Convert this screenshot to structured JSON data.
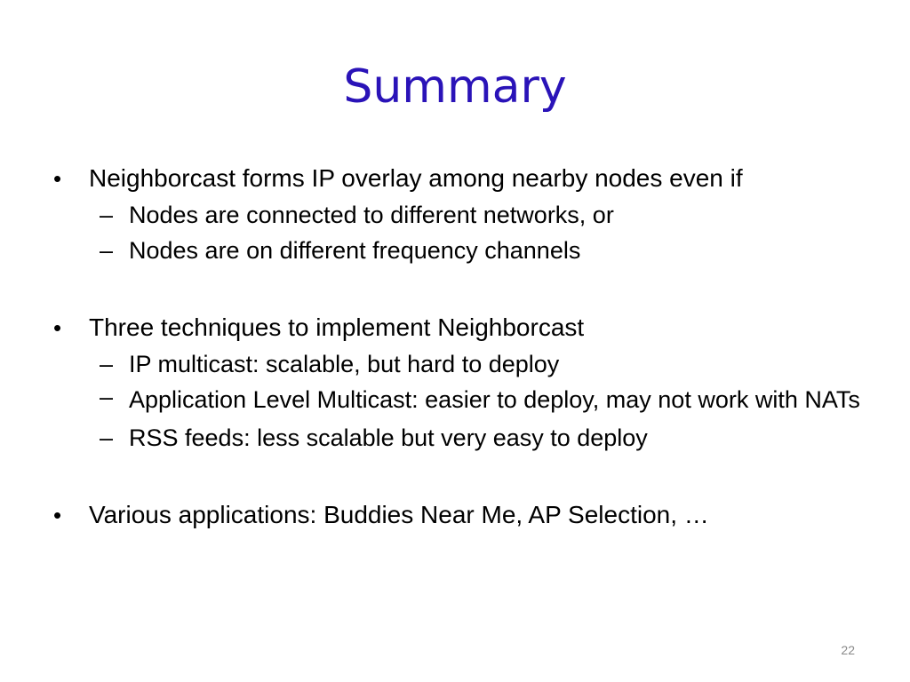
{
  "slide": {
    "title": "Summary",
    "title_color": "#2a13b8",
    "page_number": "22",
    "bullet_marker": "•",
    "sub_marker": "–",
    "bullets": [
      {
        "text": "Neighborcast forms IP overlay among nearby nodes even if",
        "subs": [
          "Nodes are connected to different networks, or",
          "Nodes are on different frequency channels"
        ]
      },
      {
        "text": "Three techniques to implement Neighborcast",
        "subs": [
          "IP multicast: scalable, but hard to deploy",
          "Application Level Multicast: easier to deploy, may not work with NATs",
          "RSS feeds: less scalable but very easy to deploy"
        ]
      },
      {
        "text": "Various applications: Buddies Near Me, AP Selection, …",
        "subs": []
      }
    ]
  }
}
